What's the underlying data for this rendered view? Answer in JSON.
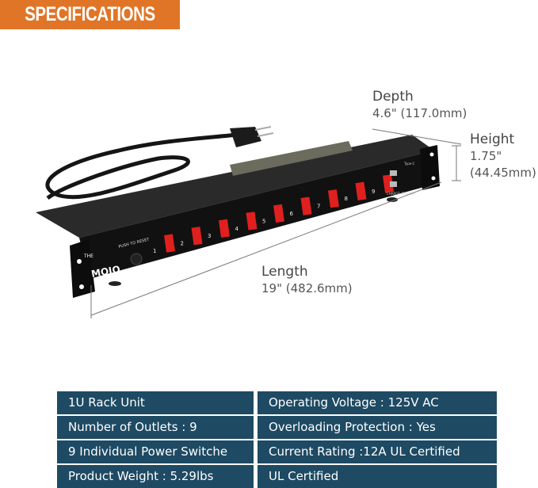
{
  "header": {
    "title": "SPECIFICATIONS",
    "accent": "#e07528"
  },
  "product": {
    "brand": "MOJO",
    "brand_prefix": "THE",
    "reset_label": "PUSH TO RESET",
    "usb_label": "CHARGE (PD20W)",
    "type_c_label": "Type-C",
    "switch_numbers": [
      "1",
      "2",
      "3",
      "4",
      "5",
      "6",
      "7",
      "8",
      "9"
    ],
    "switch_color": "#e0201e"
  },
  "dimensions": {
    "depth": {
      "label": "Depth",
      "value": "4.6\" (117.0mm)"
    },
    "height": {
      "label": "Height",
      "value_in": "1.75\"",
      "value_mm": "(44.45mm)"
    },
    "length": {
      "label": "Length",
      "value": "19\" (482.6mm)"
    }
  },
  "specs": {
    "color": "#1e4a63",
    "rows": [
      {
        "left": "1U Rack Unit",
        "right": "Operating Voltage : 125V AC"
      },
      {
        "left": "Number of Outlets : 9",
        "right": "Overloading Protection : Yes"
      },
      {
        "left": "9 Individual Power Switche",
        "right": "Current Rating :12A UL Certified"
      },
      {
        "left": "Product Weight : 5.29lbs",
        "right": "UL Certified"
      }
    ]
  }
}
